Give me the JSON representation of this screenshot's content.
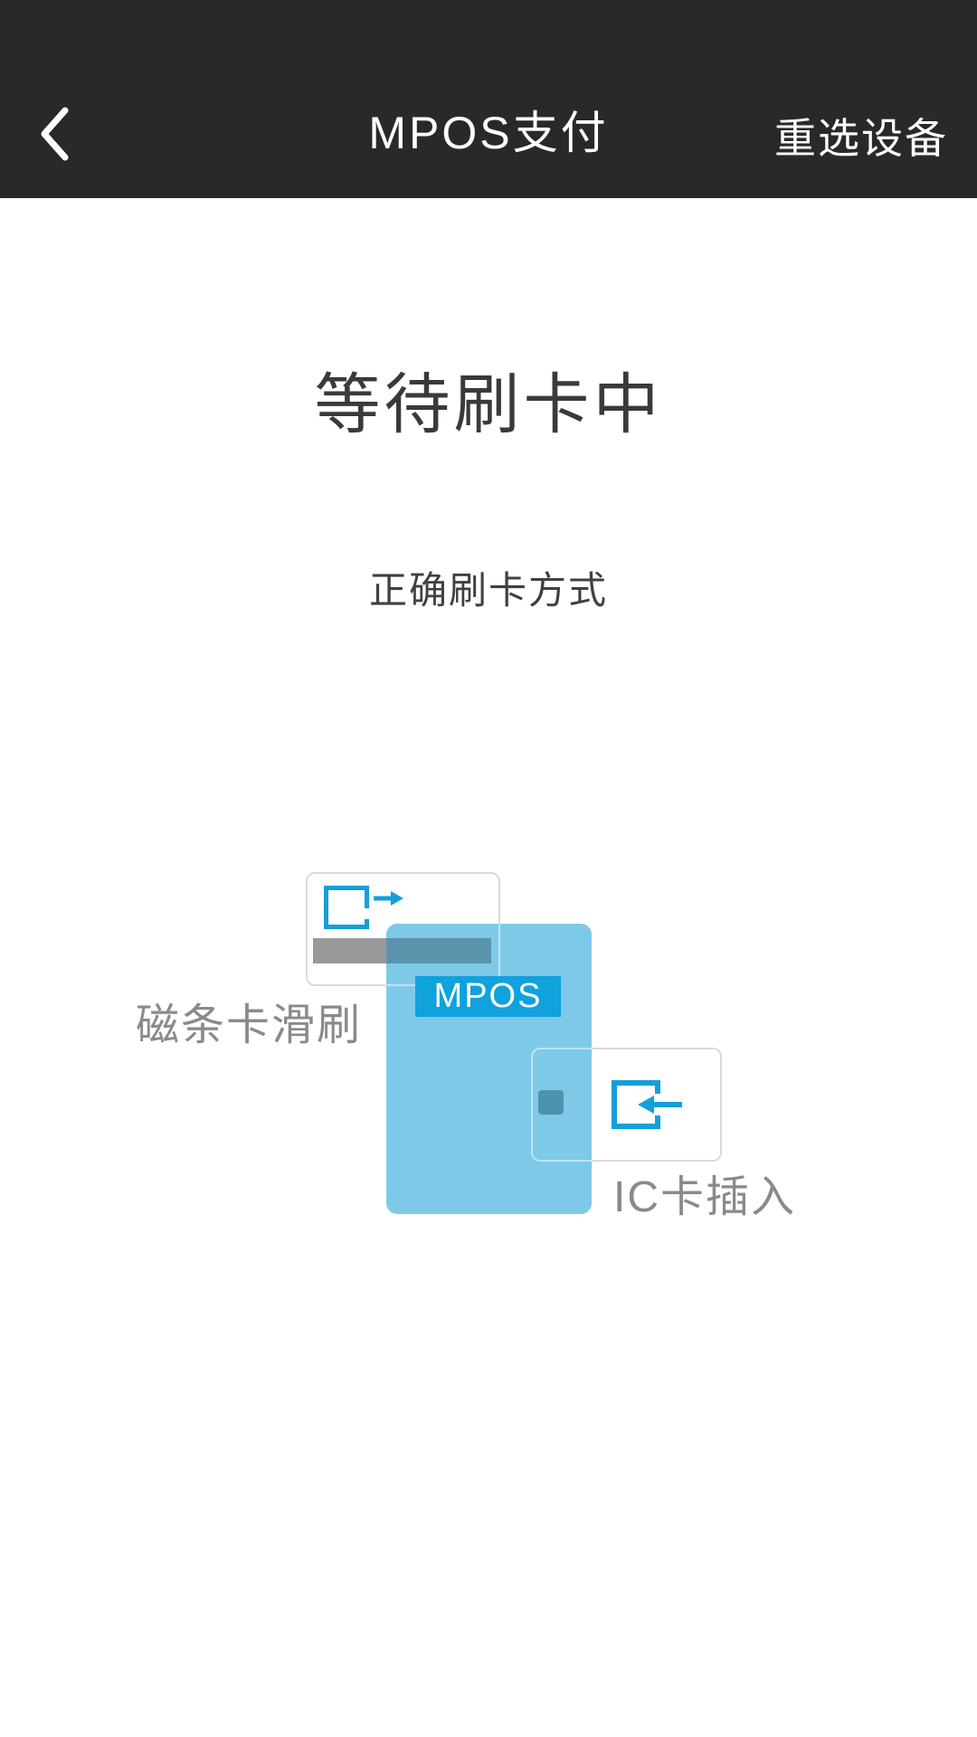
{
  "header": {
    "title": "MPOS支付",
    "action_label": "重选设备",
    "back_icon": "chevron-left",
    "bg_color": "#292929",
    "text_color": "#ffffff"
  },
  "main": {
    "status_title": "等待刷卡中",
    "instruction_subtitle": "正确刷卡方式"
  },
  "illustration": {
    "device_label": "MPOS",
    "magnetic_swipe_label": "磁条卡滑刷",
    "ic_insert_label": "IC卡插入",
    "icons": {
      "swipe_icon": "card-with-right-arrow",
      "insert_icon": "card-with-left-insert-arrow"
    },
    "colors": {
      "device_blue": "#7fc9e8",
      "badge_blue": "#0fa2dc",
      "icon_stroke_blue": "#149fd8",
      "stripe_gray": "#999999",
      "stripe_overlap_teal": "#5b93ad",
      "chip_teal": "#4e93ae",
      "card_border_gray": "#d9d9d9",
      "caption_gray": "#8a8a8a"
    }
  }
}
